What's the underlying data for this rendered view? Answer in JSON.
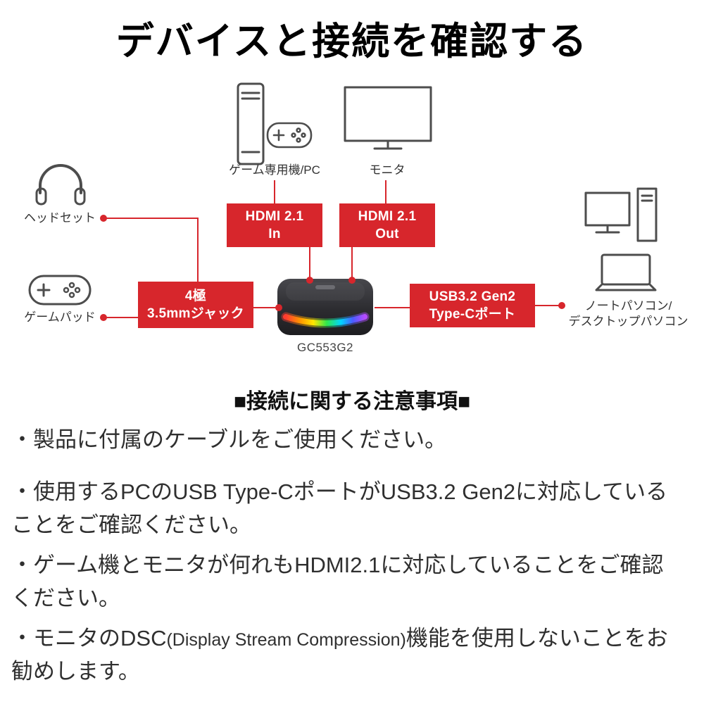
{
  "title": "デバイスと接続を確認する",
  "colors": {
    "accent_red": "#d7262c",
    "icon_gray": "#4d4d4d",
    "text_dark": "#2f2f2f"
  },
  "diagram": {
    "device": {
      "model": "GC553G2"
    },
    "nodes": {
      "console": {
        "label": "ゲーム専用機/PC"
      },
      "monitor": {
        "label": "モニタ"
      },
      "headset": {
        "label": "ヘッドセット"
      },
      "gamepad": {
        "label": "ゲームパッド"
      },
      "pc": {
        "label_line1": "ノートパソコン/",
        "label_line2": "デスクトップパソコン"
      }
    },
    "ports": {
      "hdmi_in": {
        "line1": "HDMI 2.1",
        "line2": "In"
      },
      "hdmi_out": {
        "line1": "HDMI 2.1",
        "line2": "Out"
      },
      "jack": {
        "line1": "4極",
        "line2": "3.5mmジャック"
      },
      "usb": {
        "line1": "USB3.2 Gen2",
        "line2": "Type-Cポート"
      }
    }
  },
  "notes": {
    "heading": "■接続に関する注意事項■",
    "item1": "・製品に付属のケーブルをご使用ください。",
    "item2": "・使用するPCのUSB Type-CポートがUSB3.2 Gen2に対応していることをご確認ください。",
    "item3": "・ゲーム機とモニタが何れもHDMI2.1に対応していることをご確認ください。",
    "item4_a": "・モニタのDSC",
    "item4_b": "(Display Stream Compression)",
    "item4_c": "機能を使用しないことをお勧めします。"
  }
}
